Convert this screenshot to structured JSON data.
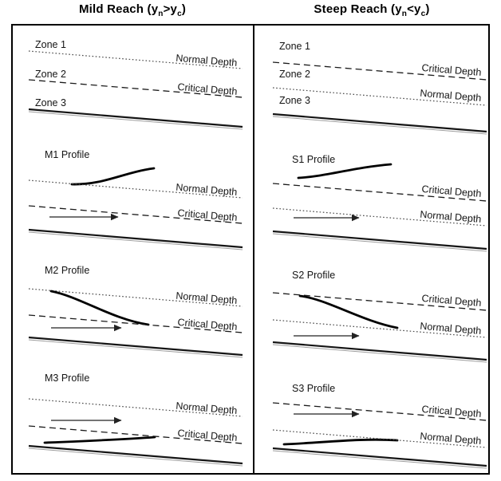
{
  "titles": {
    "left": {
      "pre": "Mild Reach (y",
      "sub1": "n",
      "mid": ">y",
      "sub2": "c",
      "post": ")"
    },
    "right": {
      "pre": "Steep Reach (y",
      "sub1": "n",
      "mid": "<y",
      "sub2": "c",
      "post": ")"
    }
  },
  "depth_labels": {
    "normal": "Normal Depth",
    "critical": "Critical Depth"
  },
  "mild": {
    "zones": {
      "z1": "Zone 1",
      "z2": "Zone 2",
      "z3": "Zone 3"
    },
    "profiles": {
      "m1": "M1 Profile",
      "m2": "M2 Profile",
      "m3": "M3 Profile"
    }
  },
  "steep": {
    "zones": {
      "z1": "Zone 1",
      "z2": "Zone 2",
      "z3": "Zone 3"
    },
    "profiles": {
      "s1": "S1 Profile",
      "s2": "S2 Profile",
      "s3": "S3 Profile"
    }
  }
}
